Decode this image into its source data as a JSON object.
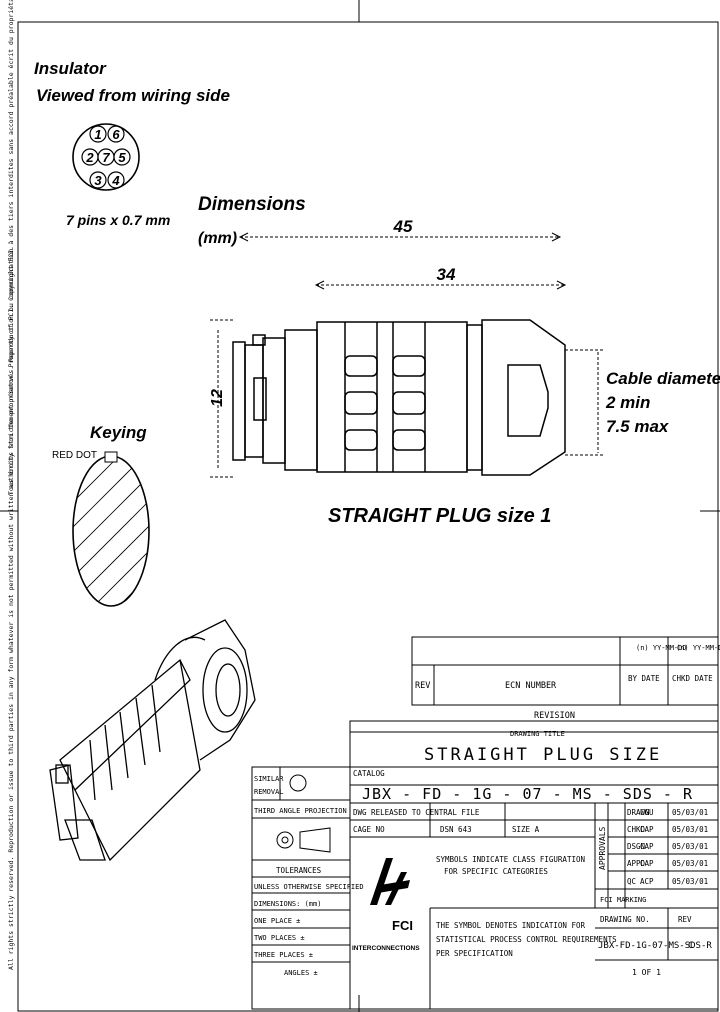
{
  "insulator": {
    "title": "Insulator",
    "subtitle": "Viewed from wiring side",
    "pins": [
      "1",
      "6",
      "2",
      "7",
      "5",
      "3",
      "4"
    ],
    "pins_note": "7 pins x 0.7 mm"
  },
  "dimensions": {
    "label": "Dimensions",
    "unit": "(mm)",
    "overall_length": "45",
    "body_length": "34",
    "height": "12",
    "cable_label": "Cable diameter:",
    "cable_min": "2 min",
    "cable_max": "7.5 max"
  },
  "plug_title": "STRAIGHT PLUG size 1",
  "keying": {
    "title": "Keying",
    "red_dot": "RED DOT"
  },
  "margin_text": {
    "left_upper": "Tous droits strictement réservés. Reproduction ou communication à des tiers interdites sans accord préalable écrit du propriétaire. Propriété de FCI. Droits de reproduction FCI.",
    "left_lower": "All rights strictly reserved. Reproduction or issue to third parties in any form whatever is not permitted without written authority from the proprietor. Property of FCI. Copyright FCI."
  },
  "title_block": {
    "rev_header": [
      "REV",
      "ECN NUMBER",
      "BY DATE",
      "CHKD DATE"
    ],
    "date_fmt_1": "(n) YY-MM-DD",
    "date_fmt_2": "(n) YY-MM-DD",
    "revision_row": "REVISION",
    "drawing_title_label": "DRAWING TITLE",
    "drawing_title": "STRAIGHT PLUG SIZE",
    "catalog_label": "CATALOG",
    "catalog_number": "JBX - FD - 1G - 07 - MS - SDS - R",
    "dwg_released": "DWG RELEASED TO CENTRAL FILE",
    "cage_no": "CAGE NO",
    "dsn": "DSN 643",
    "size": "SIZE A",
    "approvals_label": "APPROVALS",
    "approvals": [
      {
        "role": "DRAWN",
        "by": "CGU",
        "date": "05/03/01"
      },
      {
        "role": "CHKD",
        "by": "CAP",
        "date": "05/03/01"
      },
      {
        "role": "DSGN",
        "by": "CAP",
        "date": "05/03/01"
      },
      {
        "role": "APPD",
        "by": "CAP",
        "date": "05/03/01"
      },
      {
        "role": "QC",
        "by": "ACP",
        "date": "05/03/01"
      }
    ],
    "tolerances_label": "TOLERANCES",
    "tol_line1": "UNLESS OTHERWISE SPECIFIED",
    "tol_line2": "DIMENSIONS: (mm)",
    "tol_line3": "ONE PLACE ±",
    "tol_line4": "TWO PLACES ±",
    "tol_line5": "THREE PLACES ±",
    "angles": "ANGLES ±",
    "ttl_note": "SYMBOLS INDICATE CLASS FIGURATION",
    "ttl_note2": "FOR SPECIFIC CATEGORIES",
    "symbol_note": "THE SYMBOL DENOTES INDICATION FOR",
    "symbol_note2": "STATISTICAL PROCESS CONTROL REQUIREMENTS",
    "symbol_note3": "PER SPECIFICATION",
    "drawing_no_label": "DRAWING NO.",
    "rev_label": "REV",
    "drawing_no": "JBX-FD-1G-07-MS-SDS-R",
    "rev": "C",
    "sheet": "1 OF 1",
    "company": "FCI",
    "company_sub": "INTERCONNECTIONS",
    "similar_label": "SIMILAR",
    "removal": "REMOVAL",
    "third_angle": "THIRD ANGLE PROJECTION",
    "fcs_note": "FCI MARKING"
  }
}
